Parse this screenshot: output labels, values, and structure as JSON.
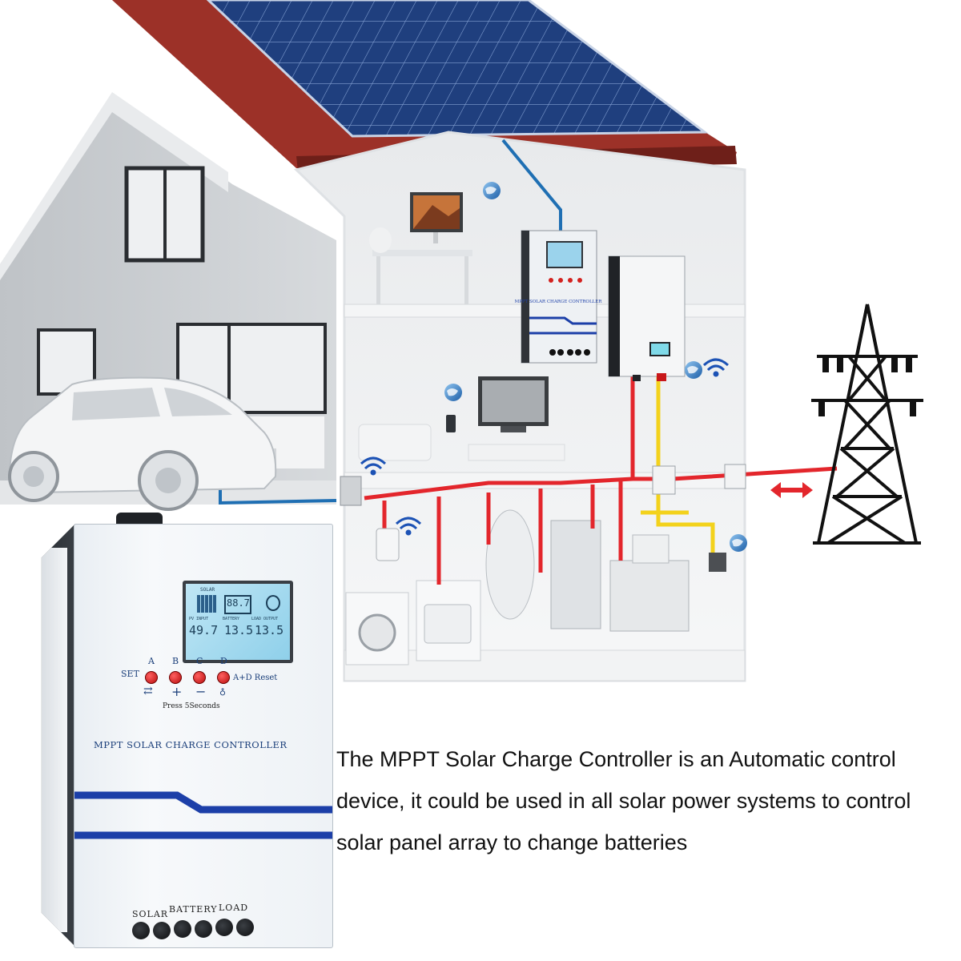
{
  "description_lines": [
    "The MPPT Solar Charge Controller is an Automatic control",
    "device, it could be used in all solar power systems to control",
    "solar panel array to change batteries"
  ],
  "controller": {
    "title": "MPPT SOLAR CHARGE CONTROLLER",
    "lcd": {
      "solar_label": "SOLAR",
      "pv_label": "PV INPUT",
      "pv_value": "49.7",
      "battery_label": "BATTERY",
      "battery_value": "13.5",
      "load_label": "LOAD OUTPUT",
      "load_value": "13.5",
      "percent_value": "88.7"
    },
    "set_label": "SET",
    "buttons": [
      "A",
      "B",
      "C",
      "D"
    ],
    "reset_label": "A+D Reset",
    "press_label": "Press 5Seconds",
    "terminals": [
      "SOLAR",
      "BATTERY",
      "LOAD"
    ]
  },
  "small_controller": {
    "title": "MPPT SOLAR CHARGE CONTROLLER"
  },
  "colors": {
    "ac_line": "#e3262c",
    "dc_line": "#f3d21c",
    "solar_line": "#1f6fb3",
    "roof": "#8f2a23",
    "panel": "#1d3e7a",
    "accent_blue": "#1c3fa8"
  },
  "icons": [
    "globe-icon",
    "wifi-icon",
    "power-tower-icon",
    "double-arrow-icon",
    "car-icon"
  ]
}
